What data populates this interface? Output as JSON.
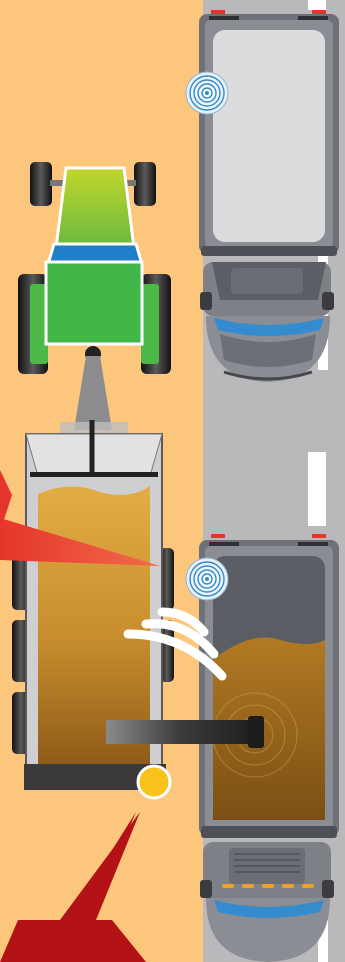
{
  "scene": {
    "colors": {
      "field": "#fcc77c",
      "road": "#b9b9bb",
      "lane_marking": "#ffffff",
      "tractor_cab": "#41b649",
      "tractor_hood": "#b6d12a",
      "tractor_roof_stripe": "#1f7fc8",
      "tire": "#2b2b2b",
      "wheel_hub": "#4bb847",
      "trailer_frame": "#cfcfd1",
      "grain": "#d9a33b",
      "grain_dark": "#a06d1c",
      "truck_body": "#7a7d84",
      "truck_bed_empty": "#dcdcde",
      "sensor_blue": "#2a8bd4",
      "signal_white": "#ffffff",
      "beam_red": "#e5352a",
      "pointer_red": "#b31217",
      "indicator_yellow": "#f7c21a",
      "auger": "#3a3a3a"
    },
    "objects": {
      "tractor": "tractor",
      "grain_cart": "grain-cart",
      "empty_truck": "empty-truck",
      "loading_truck": "loading-truck",
      "sensor_top": "wireless-sensor-icon",
      "sensor_bottom": "wireless-sensor-icon",
      "wifi_signal": "wifi-signal-icon",
      "auger": "unloading-auger",
      "status_light": "yellow-indicator"
    }
  }
}
